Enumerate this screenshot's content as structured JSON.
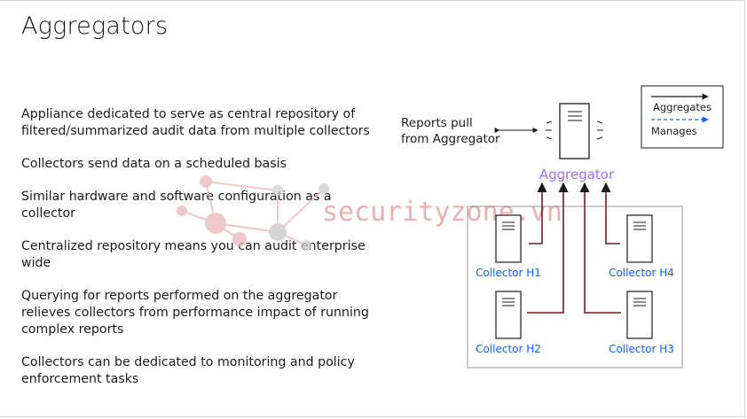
{
  "title": "Aggregators",
  "bullets": [
    "Appliance dedicated to serve as central repository of filtered/summarized audit data from multiple collectors",
    "Collectors send data on a scheduled basis",
    "Similar hardware and software configuration as a collector",
    "Centralized repository means you can audit enterprise wide",
    "Querying for reports performed on the aggregator relieves collectors from performance impact of running complex reports",
    "Collectors can be dedicated to monitoring and policy enforcement tasks"
  ],
  "diagram": {
    "reports_pull_line1": "Reports pull",
    "reports_pull_line2": "from Aggregator",
    "aggregator_label": "Aggregator",
    "collectors": [
      "Collector H1",
      "Collector H2",
      "Collector H3",
      "Collector H4"
    ],
    "legend": {
      "aggregates": "Aggregates",
      "manages": "Manages"
    }
  },
  "watermark": "securityzone.vn",
  "colors": {
    "aggregator_text": "#a56eff",
    "collector_text": "#0f62fe",
    "aggregates_line": "#6b1d1d",
    "manages_line": "#0f62fe",
    "watermark": "#e6a3a3"
  }
}
